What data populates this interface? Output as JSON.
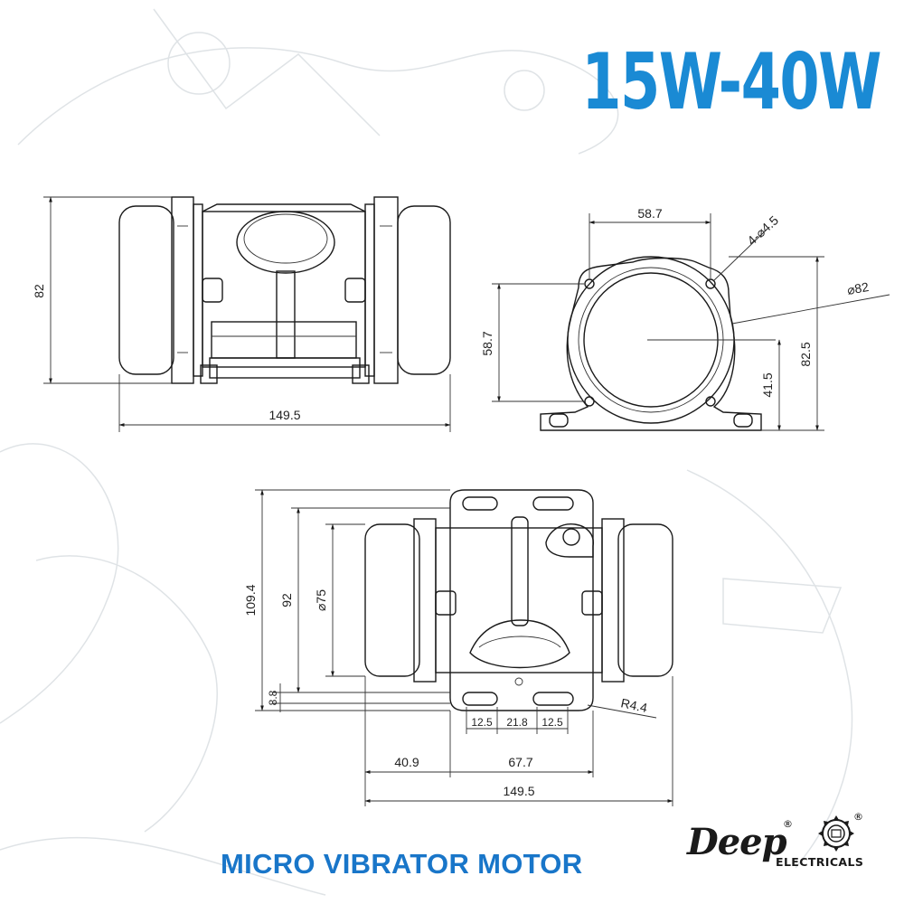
{
  "title": "15W-40W",
  "subtitle": "MICRO VIBRATOR MOTOR",
  "brand": {
    "wordmark": "Deep",
    "name": "ELECTRICALS",
    "registered_mark": "®",
    "emblem_icon": "gear-emblem-icon"
  },
  "colors": {
    "accent": "#1a8ad4",
    "subtitle": "#1976c9",
    "ink": "#1a1a1a"
  },
  "dimensions": {
    "front_view": {
      "height": "82",
      "length": "149.5"
    },
    "end_view": {
      "hole_spacing_top": "58.7",
      "hole_callout": "4-⌀4.5",
      "diameter": "⌀82",
      "hole_spacing_side": "58.7",
      "total_height": "82.5",
      "center_height": "41.5"
    },
    "top_view": {
      "base_width": "109.4",
      "body_width": "92",
      "diameter": "⌀75",
      "base_thickness": "8.8",
      "slot_a": "12.5",
      "slot_gap": "21.8",
      "slot_b": "12.5",
      "corner_radius": "R4.4",
      "offset": "40.9",
      "mount_length": "67.7",
      "length": "149.5"
    }
  }
}
